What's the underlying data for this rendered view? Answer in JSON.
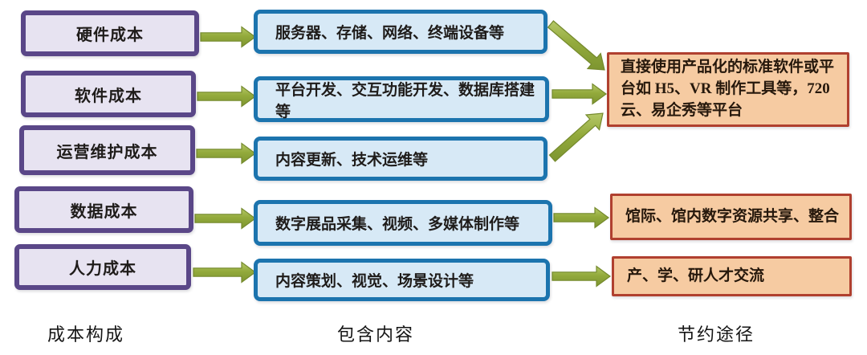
{
  "columns": [
    {
      "id": "costs",
      "footer_label": "成本构成",
      "boxes": [
        "硬件成本",
        "软件成本",
        "运营维护成本",
        "数据成本",
        "人力成本"
      ]
    },
    {
      "id": "contents",
      "footer_label": "包含内容",
      "boxes": [
        "服务器、存储、网络、终端设备等",
        "平台开发、交互功能开发、数据库搭建等",
        "内容更新、技术运维等",
        "数字展品采集、视频、多媒体制作等",
        "内容策划、视觉、场景设计等"
      ]
    },
    {
      "id": "savings",
      "footer_label": "节约途径",
      "boxes": [
        "直接使用产品化的标准软件或平台如 H5、VR 制作工具等，720 云、易企秀等平台",
        "馆际、馆内数字资源共享、整合",
        "产、学、研人才交流"
      ]
    }
  ],
  "colors": {
    "purple-border": "#5a4788",
    "purple-fill": "#e7e3f1",
    "blue-border": "#1c74ae",
    "blue-fill": "#d7e9f6",
    "orange-border": "#b0402f",
    "orange-fill": "#f6cba2",
    "arrow-green": "#94ab3e",
    "arrow-green-dark": "#74892c",
    "arrow-green-light": "#b5c868",
    "text": "#1f1c1a"
  }
}
